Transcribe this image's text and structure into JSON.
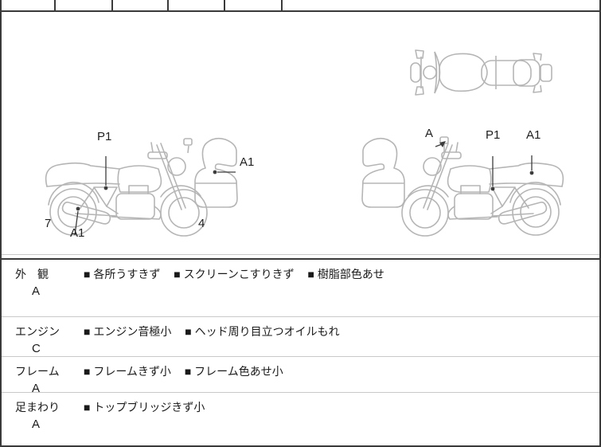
{
  "top_row": {
    "cells": [
      "",
      "",
      "",
      "",
      "",
      ""
    ]
  },
  "diagram": {
    "figures": [
      "motorcycle-top-view",
      "motorcycle-side-view-facing-right",
      "motorcycle-side-view-facing-left",
      "windscreen-panel-left",
      "windscreen-panel-right"
    ],
    "labels": {
      "p1_left": "P1",
      "a1_screen_left": "A1",
      "num_left": "7",
      "a1_muffler_left": "A1",
      "num_right": "4",
      "a_right": "A",
      "p1_right": "P1",
      "a1_right": "A1"
    }
  },
  "inspection_rows": [
    {
      "category": "外　観",
      "grade": "A",
      "comments": [
        "■ 各所うすきず",
        "■ スクリーンこすりきず",
        "■ 樹脂部色あせ"
      ]
    },
    {
      "category": "エンジン",
      "grade": "C",
      "comments": [
        "■ エンジン音極小",
        "■ ヘッド周り目立つオイルもれ"
      ]
    },
    {
      "category": "フレーム",
      "grade": "A",
      "comments": [
        "■ フレームきず小",
        "■ フレーム色あせ小"
      ]
    },
    {
      "category": "足まわり",
      "grade": "A",
      "comments": [
        "■ トップブリッジきず小"
      ]
    }
  ],
  "colors": {
    "border_dark": "#3a3a3a",
    "divider_light": "#c9c9c9",
    "line_art": "#b5b5b5",
    "label_text": "#1f1f1f"
  }
}
